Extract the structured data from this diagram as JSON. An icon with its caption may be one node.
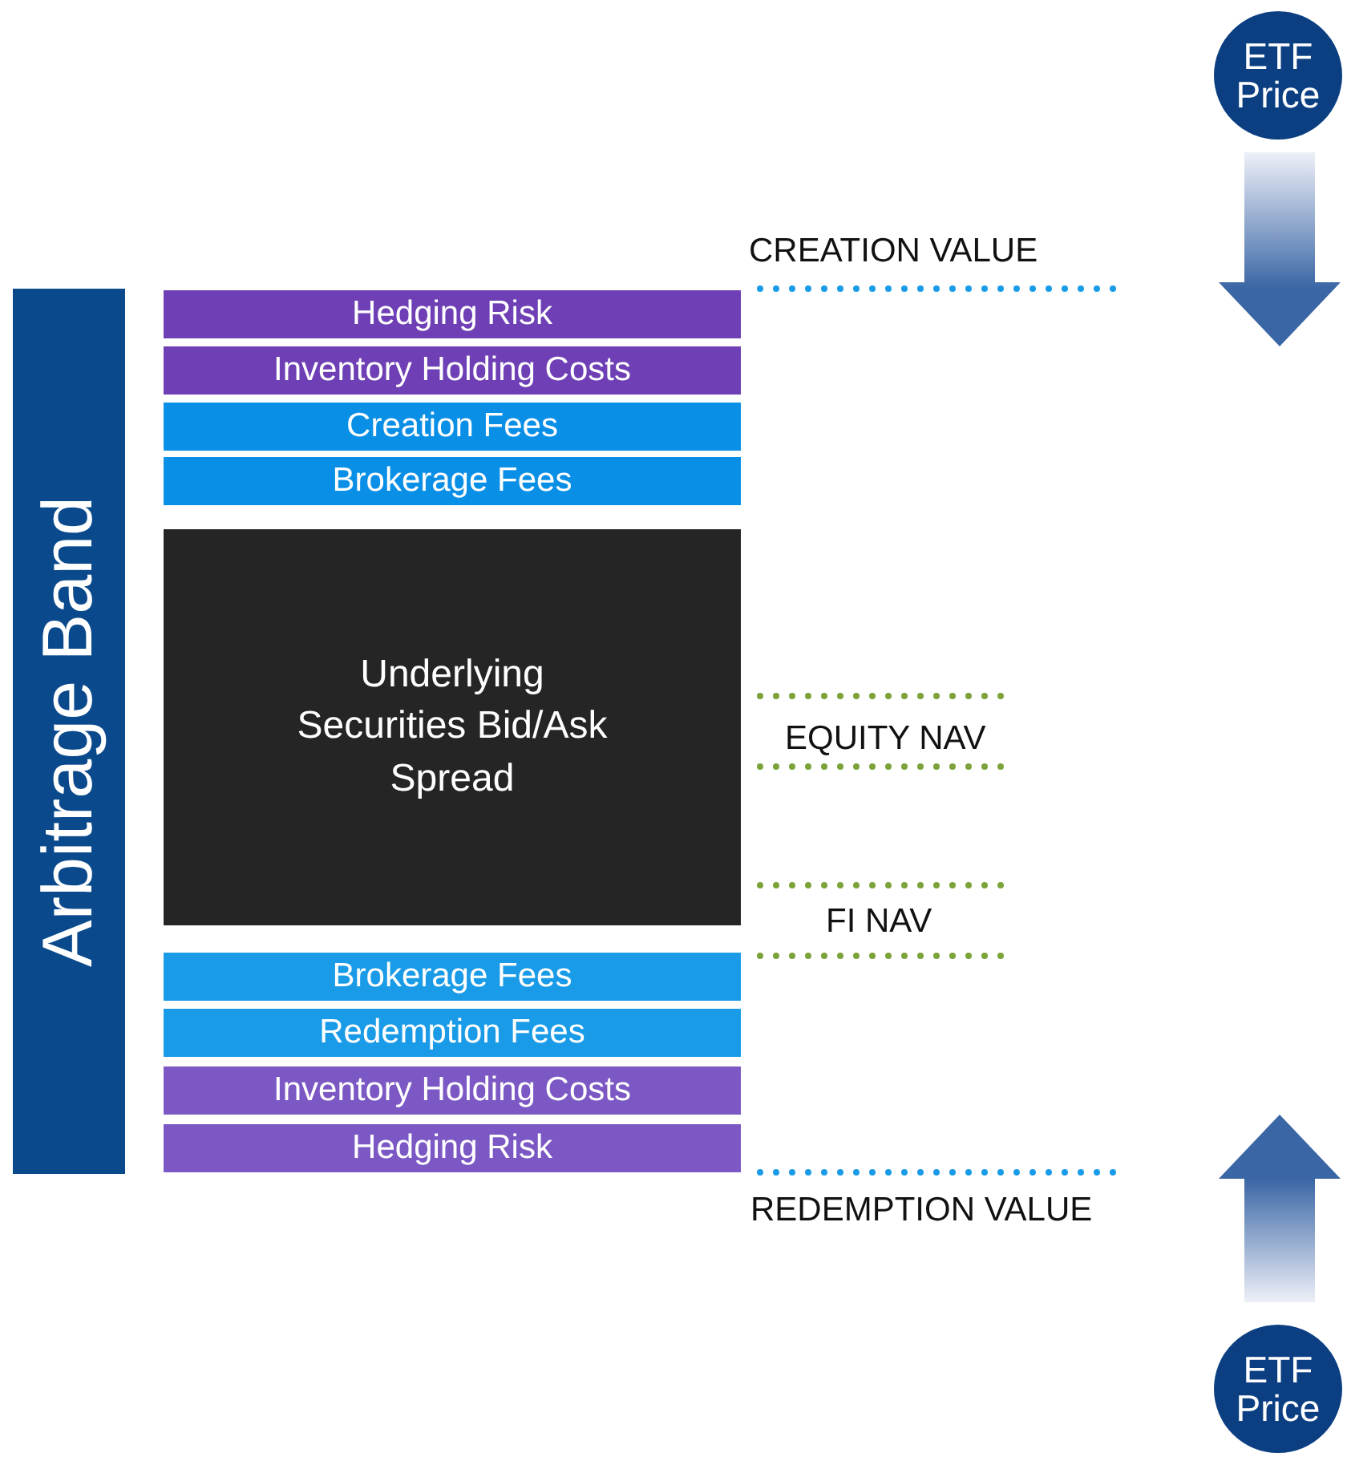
{
  "diagram": {
    "nodes": [
      {
        "text": [
          "ETF Price"
        ]
      },
      {
        "text": [
          "Arbitrage Band"
        ]
      },
      {
        "text": [
          "Hedging Risk"
        ]
      },
      {
        "text": [
          "Inventory Holding Costs"
        ]
      },
      {
        "text": [
          "Creation Fees"
        ]
      },
      {
        "text": [
          "Brokerage Fees"
        ]
      },
      {
        "text": [
          "Underlying Securities Bid/Ask Spread"
        ]
      },
      {
        "text": [
          "Brokerage Fees"
        ]
      },
      {
        "text": [
          "Redemption Fees"
        ]
      },
      {
        "text": [
          "Inventory Holding Costs"
        ]
      },
      {
        "text": [
          "Hedging Risk"
        ]
      },
      {
        "text": [
          "ETF Price"
        ]
      }
    ],
    "labels": [
      "CREATION VALUE",
      "EQUITY NAV",
      "FI NAV",
      "REDEMPTION VALUE"
    ]
  }
}
